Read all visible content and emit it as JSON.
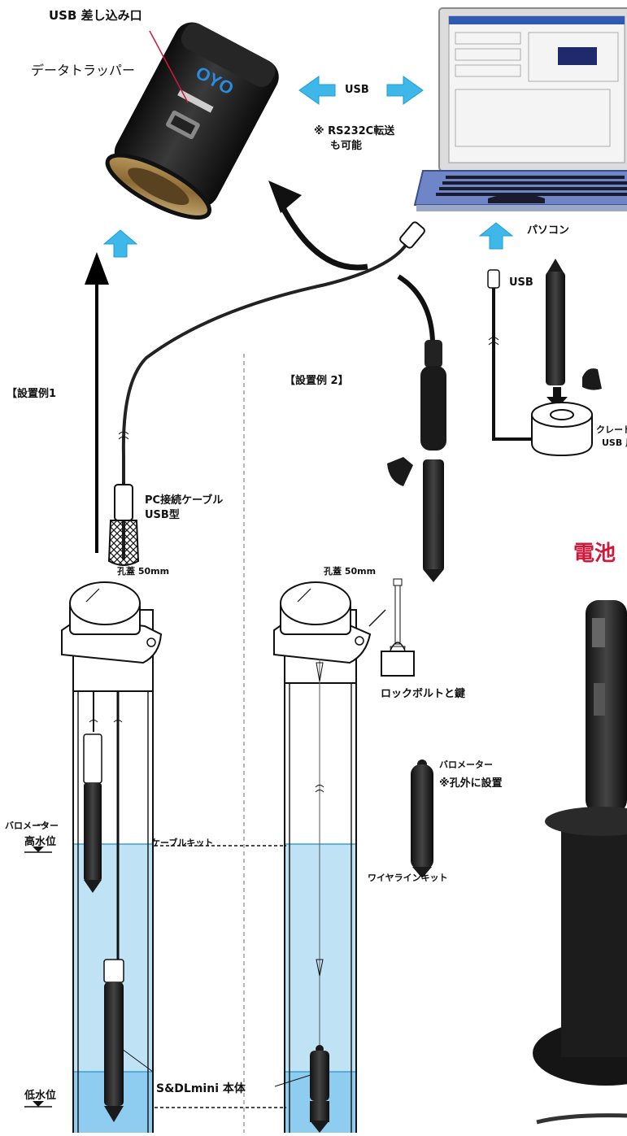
{
  "labels": {
    "usb_port": "USB 差し込み口",
    "data_trapper": "データトラッパー",
    "usb_link": "USB",
    "rs232c": "※ RS232C転送",
    "rs232c_2": "も可能",
    "pc": "パソコン",
    "usb_small": "USB",
    "cradle": "クレード",
    "cradle_usb": "USB 用",
    "example1": "【設置例1",
    "example2": "【設置例 2】",
    "pc_cable": "PC接続ケーブル",
    "pc_cable_2": "USB型",
    "hole_cap_1": "孔蓋 50mm",
    "hole_cap_2": "孔蓋 50mm",
    "lock_bolt": "ロックボルトと鍵",
    "barometer_right": "バロメーター",
    "barometer_note": "※孔外に設置",
    "barometer_left": "バロメーター",
    "cable_kit": "ケーブルキット",
    "wireline_kit": "ワイヤラインキット",
    "high_water": "高水位",
    "low_water": "低水位",
    "main_body": "S&DLmini 本体",
    "battery": "電池"
  },
  "device_brand": "OYO",
  "colors": {
    "arrow_blue": "#3fb7e8",
    "water": "#bfe2f5",
    "accent_red": "#d0183a",
    "device_dark": "#1e1e1e"
  }
}
